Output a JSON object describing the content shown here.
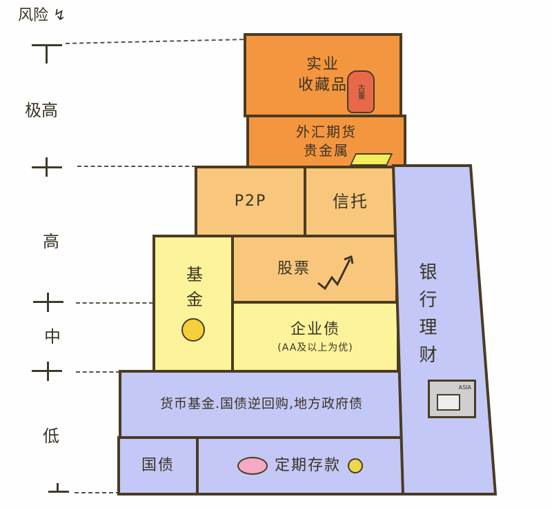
{
  "axis": {
    "title": "风险",
    "levels": [
      {
        "label": "极高"
      },
      {
        "label": "高"
      },
      {
        "label": "中"
      },
      {
        "label": "低"
      }
    ]
  },
  "blocks": {
    "industry_collectibles": {
      "line1": "实业",
      "line2": "收藏品",
      "icon_text": "古董"
    },
    "forex_futures_metals": {
      "line1": "外汇期货",
      "line2": "贵金属"
    },
    "p2p": {
      "label": "P2P"
    },
    "trust": {
      "label": "信托"
    },
    "stocks": {
      "label": "股票"
    },
    "funds": {
      "label": "基金"
    },
    "corporate_bonds": {
      "label": "企业债",
      "note": "(AA及以上为优)"
    },
    "money_market": {
      "label": "货币基金.国债逆回购,地方政府债"
    },
    "treasury_bonds": {
      "label": "国债"
    },
    "fixed_deposit": {
      "label": "定期存款"
    },
    "bank_wealth": {
      "label": "银行理财",
      "safe_text": "ASIA"
    }
  },
  "colors": {
    "very_high": "#f4963f",
    "high": "#f8c77c",
    "medium": "#fcf39a",
    "low": "#c3c8f6",
    "outline": "#4a3b22"
  }
}
